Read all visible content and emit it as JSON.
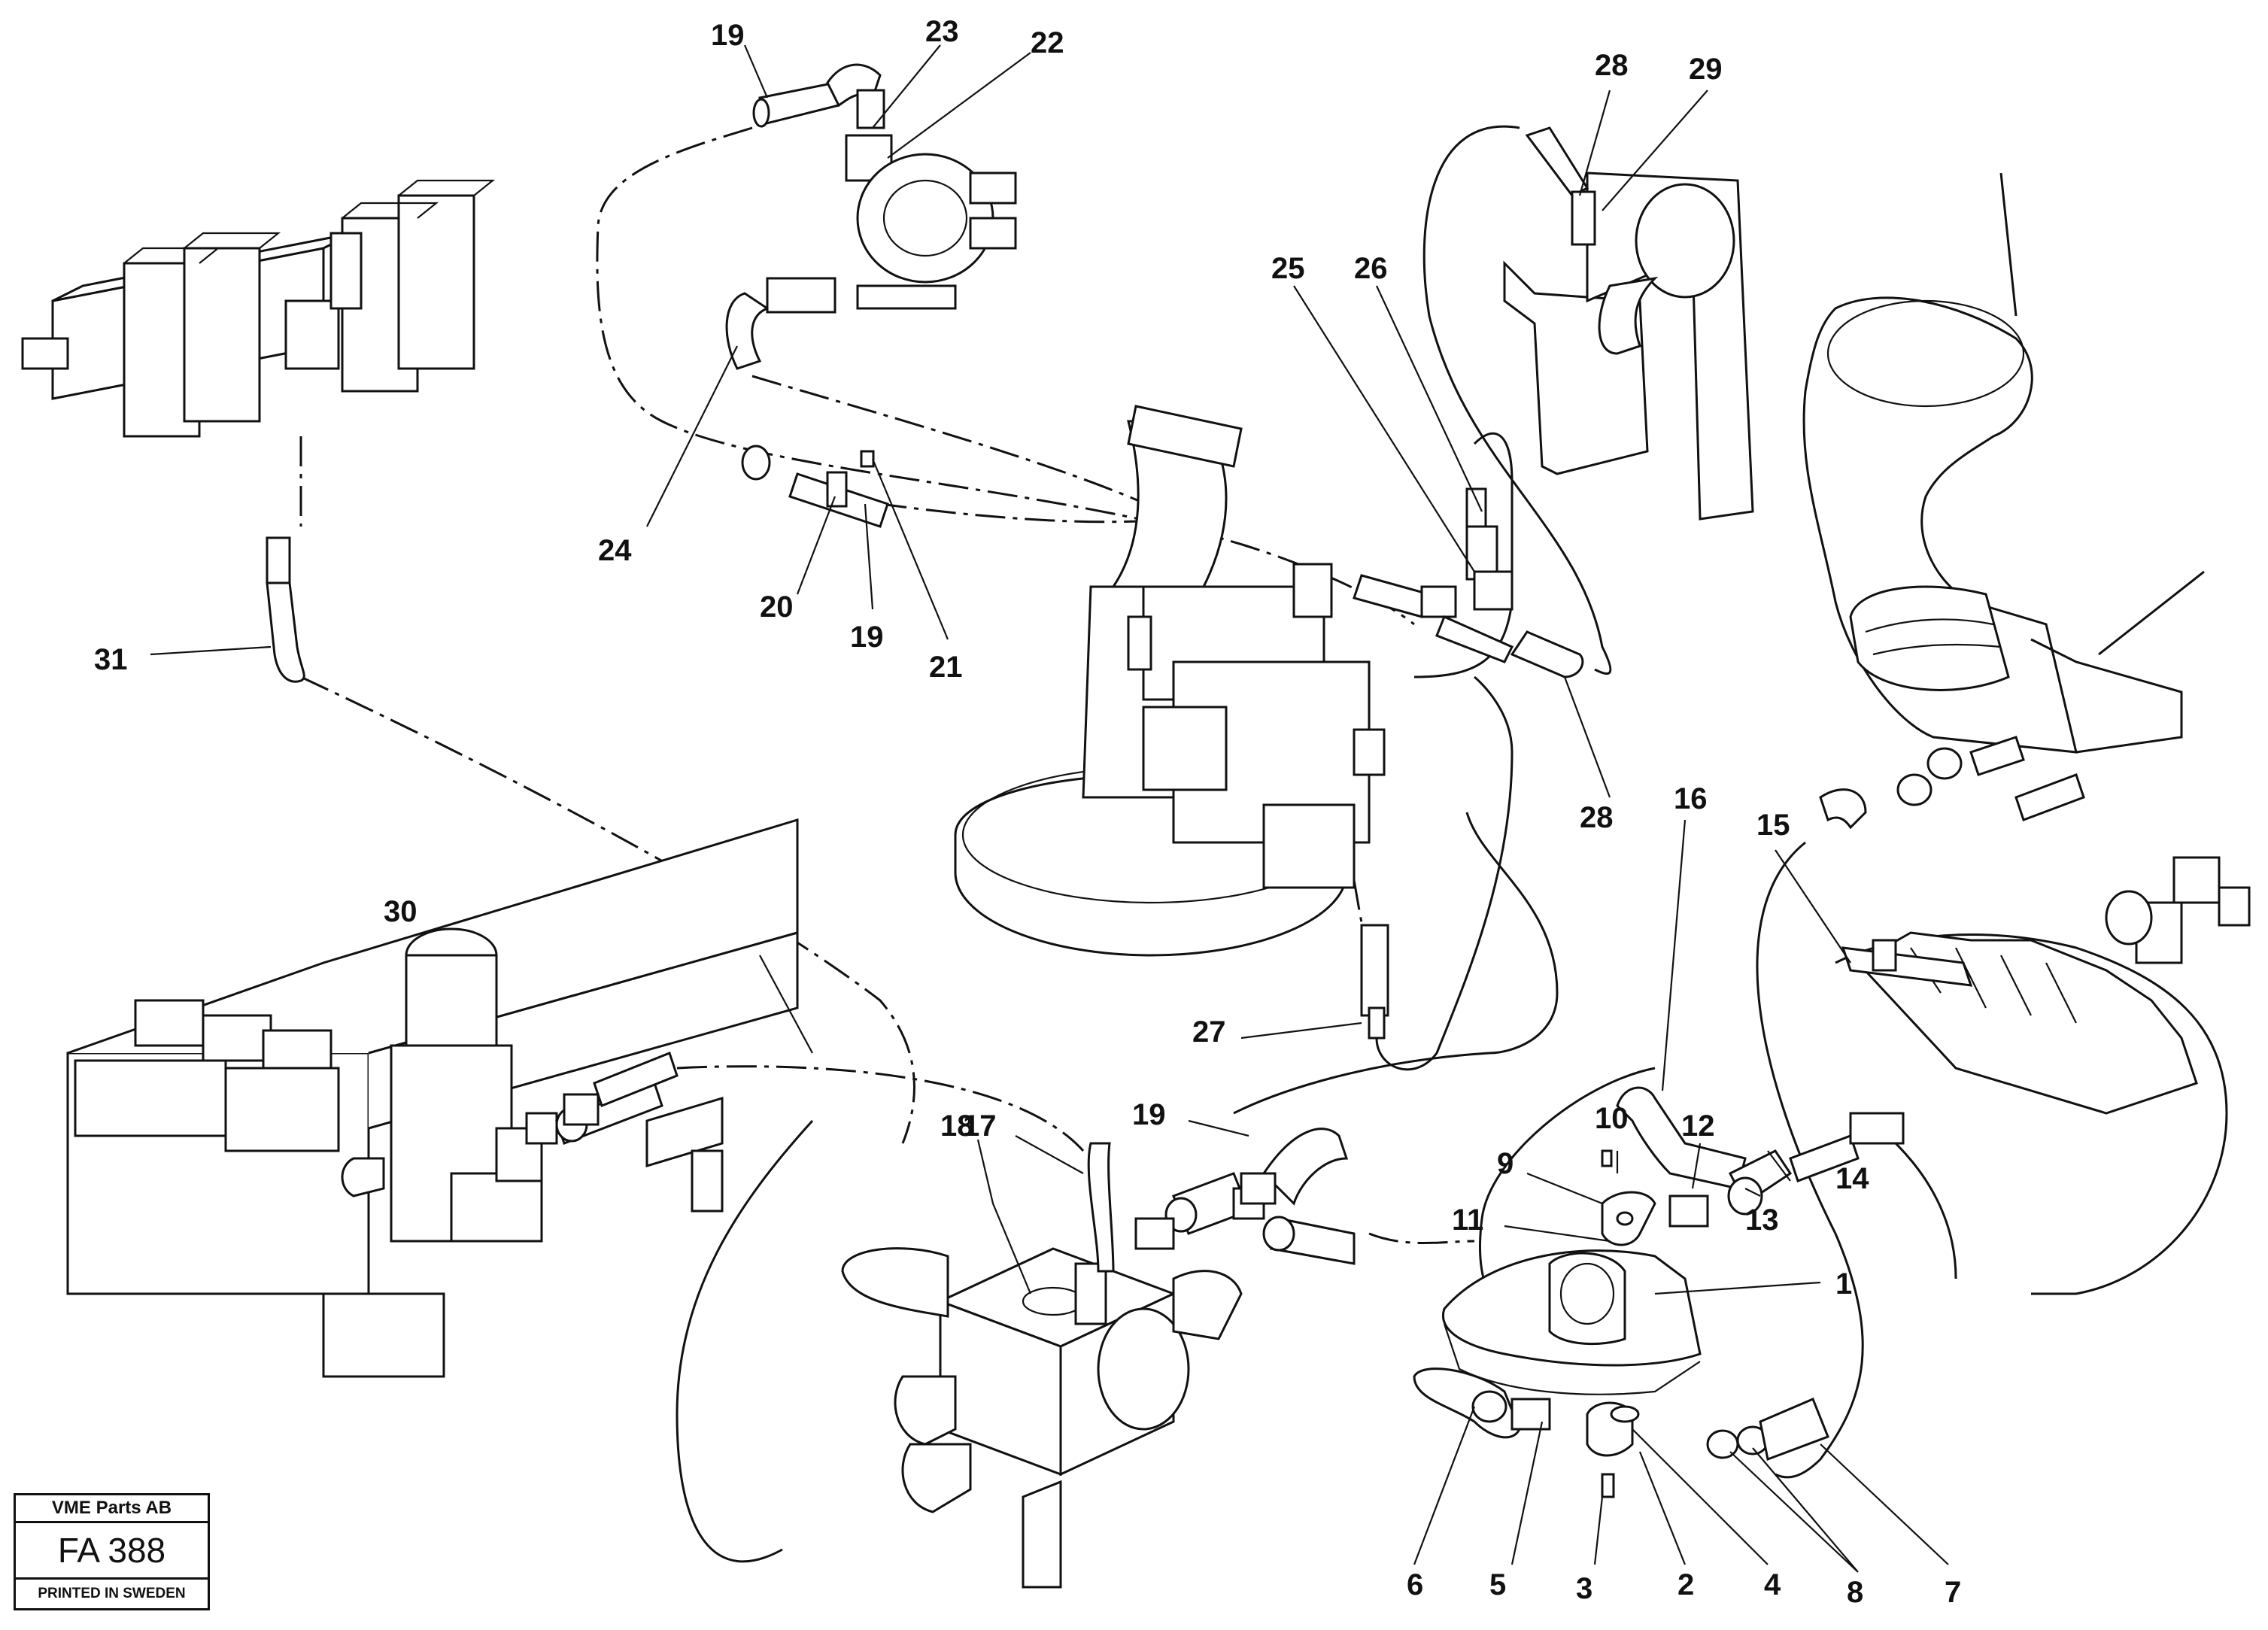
{
  "callouts": [
    "1",
    "2",
    "3",
    "4",
    "5",
    "6",
    "7",
    "8",
    "9",
    "10",
    "11",
    "12",
    "13",
    "14",
    "15",
    "16",
    "17",
    "18",
    "19",
    "19",
    "19",
    "19",
    "20",
    "21",
    "22",
    "23",
    "24",
    "25",
    "26",
    "27",
    "28",
    "28",
    "29",
    "30",
    "31"
  ],
  "stamp": {
    "company": "VME Parts AB",
    "code": "FA 388",
    "printed": "PRINTED IN SWEDEN"
  }
}
